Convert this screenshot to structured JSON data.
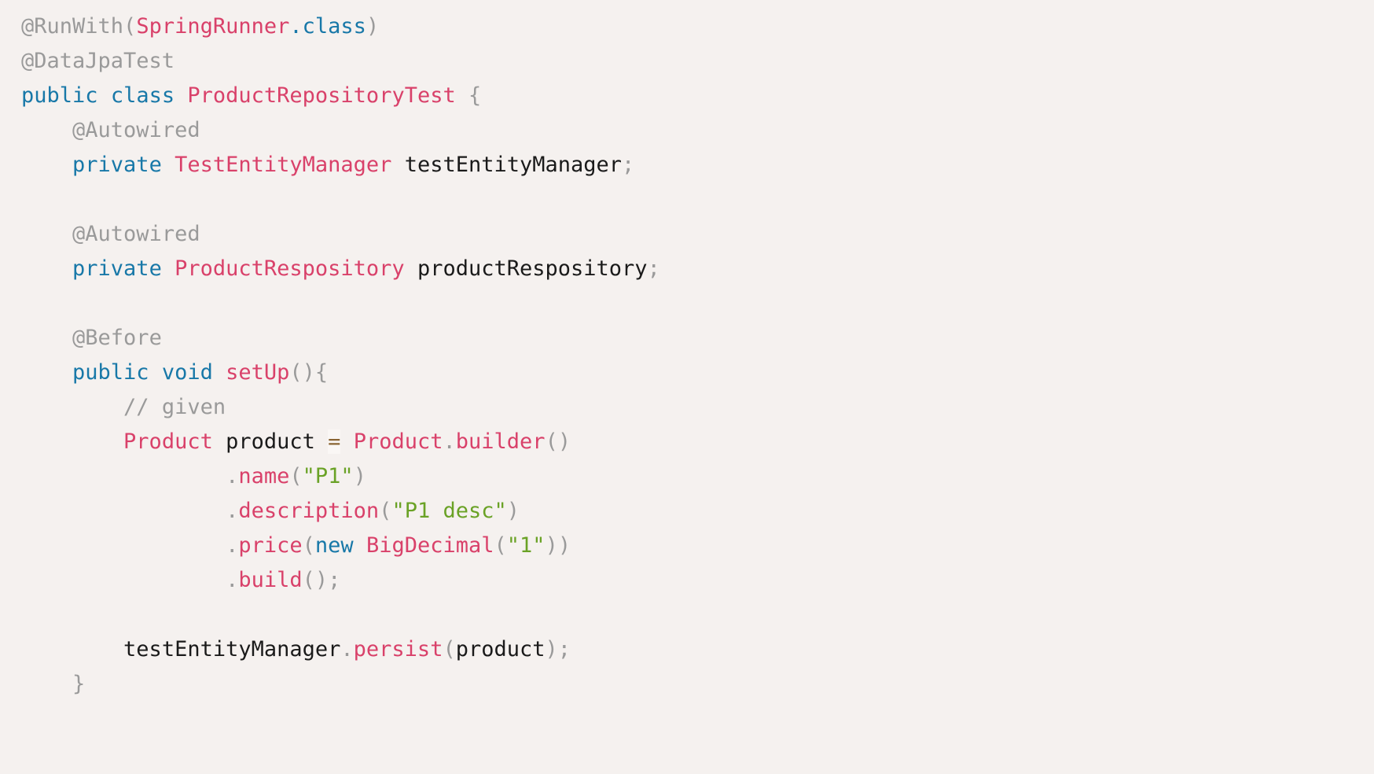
{
  "editor": {
    "language": "java",
    "background_color": "#f5f1ef",
    "palette": {
      "annotation": "#9a9a9a",
      "comment": "#9a9a9a",
      "punctuation": "#9a9a9a",
      "keyword": "#1878a8",
      "type": "#d9416a",
      "method": "#d9416a",
      "string": "#6aa226",
      "identifier": "#1a1a1a",
      "operator": "#8a6434"
    }
  },
  "code": {
    "lines": [
      {
        "id": "line-1",
        "indent": 0,
        "tokens": [
          {
            "text": "@RunWith",
            "kind": "ann"
          },
          {
            "text": "(",
            "kind": "punc"
          },
          {
            "text": "SpringRunner",
            "kind": "type"
          },
          {
            "text": ".",
            "kind": "kw"
          },
          {
            "text": "class",
            "kind": "kw"
          },
          {
            "text": ")",
            "kind": "punc"
          }
        ]
      },
      {
        "id": "line-2",
        "indent": 0,
        "tokens": [
          {
            "text": "@DataJpaTest",
            "kind": "ann"
          }
        ]
      },
      {
        "id": "line-3",
        "indent": 0,
        "tokens": [
          {
            "text": "public",
            "kind": "kw"
          },
          {
            "text": " ",
            "kind": "plain"
          },
          {
            "text": "class",
            "kind": "kw"
          },
          {
            "text": " ",
            "kind": "plain"
          },
          {
            "text": "ProductRepositoryTest",
            "kind": "type"
          },
          {
            "text": " ",
            "kind": "plain"
          },
          {
            "text": "{",
            "kind": "punc"
          }
        ]
      },
      {
        "id": "line-4",
        "indent": 1,
        "tokens": [
          {
            "text": "@Autowired",
            "kind": "ann"
          }
        ]
      },
      {
        "id": "line-5",
        "indent": 1,
        "tokens": [
          {
            "text": "private",
            "kind": "kw"
          },
          {
            "text": " ",
            "kind": "plain"
          },
          {
            "text": "TestEntityManager",
            "kind": "type"
          },
          {
            "text": " ",
            "kind": "plain"
          },
          {
            "text": "testEntityManager",
            "kind": "id"
          },
          {
            "text": ";",
            "kind": "punc"
          }
        ]
      },
      {
        "id": "line-6",
        "indent": 0,
        "tokens": []
      },
      {
        "id": "line-7",
        "indent": 1,
        "tokens": [
          {
            "text": "@Autowired",
            "kind": "ann"
          }
        ]
      },
      {
        "id": "line-8",
        "indent": 1,
        "tokens": [
          {
            "text": "private",
            "kind": "kw"
          },
          {
            "text": " ",
            "kind": "plain"
          },
          {
            "text": "ProductRespository",
            "kind": "type"
          },
          {
            "text": " ",
            "kind": "plain"
          },
          {
            "text": "productRespository",
            "kind": "id"
          },
          {
            "text": ";",
            "kind": "punc"
          }
        ]
      },
      {
        "id": "line-9",
        "indent": 0,
        "tokens": []
      },
      {
        "id": "line-10",
        "indent": 1,
        "tokens": [
          {
            "text": "@Before",
            "kind": "ann"
          }
        ]
      },
      {
        "id": "line-11",
        "indent": 1,
        "tokens": [
          {
            "text": "public",
            "kind": "kw"
          },
          {
            "text": " ",
            "kind": "plain"
          },
          {
            "text": "void",
            "kind": "kw"
          },
          {
            "text": " ",
            "kind": "plain"
          },
          {
            "text": "setUp",
            "kind": "meth"
          },
          {
            "text": "(){",
            "kind": "punc"
          }
        ]
      },
      {
        "id": "line-12",
        "indent": 2,
        "tokens": [
          {
            "text": "// given",
            "kind": "cmt"
          }
        ]
      },
      {
        "id": "line-13",
        "indent": 2,
        "tokens": [
          {
            "text": "Product",
            "kind": "type"
          },
          {
            "text": " ",
            "kind": "plain"
          },
          {
            "text": "product",
            "kind": "id"
          },
          {
            "text": " ",
            "kind": "plain"
          },
          {
            "text": "=",
            "kind": "op"
          },
          {
            "text": " ",
            "kind": "plain"
          },
          {
            "text": "Product",
            "kind": "type"
          },
          {
            "text": ".",
            "kind": "punc"
          },
          {
            "text": "builder",
            "kind": "meth"
          },
          {
            "text": "()",
            "kind": "punc"
          }
        ]
      },
      {
        "id": "line-14",
        "indent": 4,
        "tokens": [
          {
            "text": ".",
            "kind": "punc"
          },
          {
            "text": "name",
            "kind": "meth"
          },
          {
            "text": "(",
            "kind": "punc"
          },
          {
            "text": "\"P1\"",
            "kind": "str"
          },
          {
            "text": ")",
            "kind": "punc"
          }
        ]
      },
      {
        "id": "line-15",
        "indent": 4,
        "tokens": [
          {
            "text": ".",
            "kind": "punc"
          },
          {
            "text": "description",
            "kind": "meth"
          },
          {
            "text": "(",
            "kind": "punc"
          },
          {
            "text": "\"P1 desc\"",
            "kind": "str"
          },
          {
            "text": ")",
            "kind": "punc"
          }
        ]
      },
      {
        "id": "line-16",
        "indent": 4,
        "tokens": [
          {
            "text": ".",
            "kind": "punc"
          },
          {
            "text": "price",
            "kind": "meth"
          },
          {
            "text": "(",
            "kind": "punc"
          },
          {
            "text": "new",
            "kind": "kw"
          },
          {
            "text": " ",
            "kind": "plain"
          },
          {
            "text": "BigDecimal",
            "kind": "type"
          },
          {
            "text": "(",
            "kind": "punc"
          },
          {
            "text": "\"1\"",
            "kind": "str"
          },
          {
            "text": "))",
            "kind": "punc"
          }
        ]
      },
      {
        "id": "line-17",
        "indent": 4,
        "tokens": [
          {
            "text": ".",
            "kind": "punc"
          },
          {
            "text": "build",
            "kind": "meth"
          },
          {
            "text": "();",
            "kind": "punc"
          }
        ]
      },
      {
        "id": "line-18",
        "indent": 0,
        "tokens": []
      },
      {
        "id": "line-19",
        "indent": 2,
        "tokens": [
          {
            "text": "testEntityManager",
            "kind": "id"
          },
          {
            "text": ".",
            "kind": "punc"
          },
          {
            "text": "persist",
            "kind": "meth"
          },
          {
            "text": "(",
            "kind": "punc"
          },
          {
            "text": "product",
            "kind": "id"
          },
          {
            "text": ");",
            "kind": "punc"
          }
        ]
      },
      {
        "id": "line-20",
        "indent": 1,
        "tokens": [
          {
            "text": "}",
            "kind": "punc"
          }
        ]
      }
    ]
  }
}
